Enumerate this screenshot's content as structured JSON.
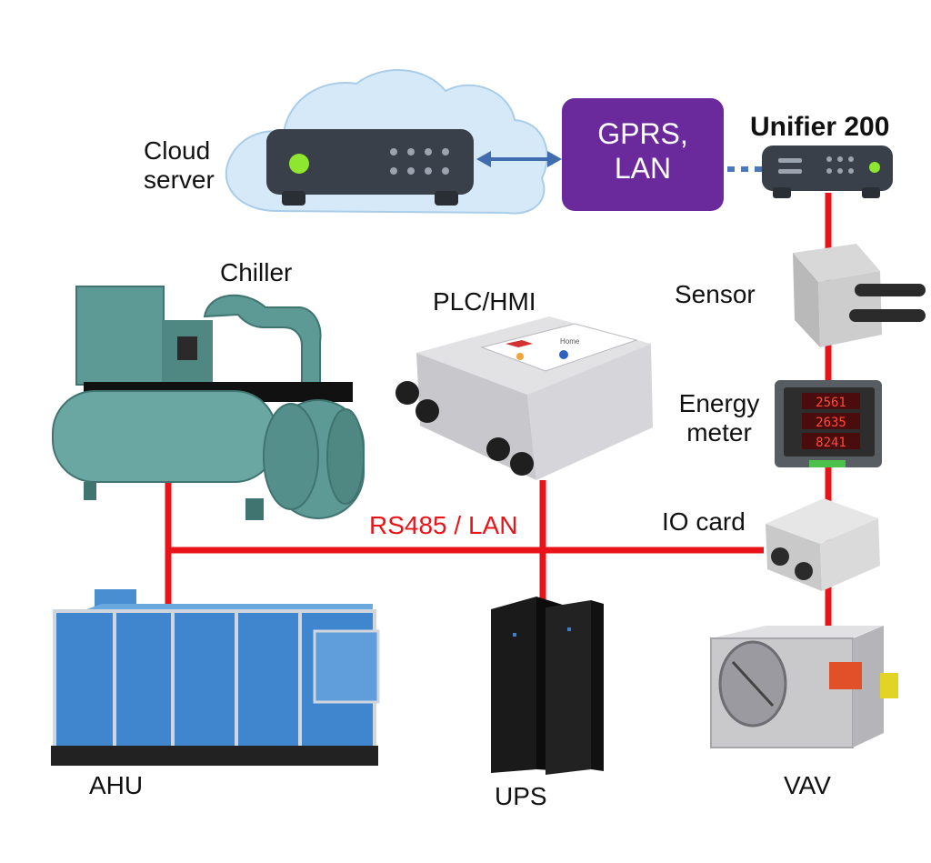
{
  "labels": {
    "cloud_server": "Cloud\nserver",
    "gateway": "GPRS,\nLAN",
    "unifier": "Unifier 200",
    "chiller": "Chiller",
    "plc_hmi": "PLC/HMI",
    "sensor": "Sensor",
    "energy_meter": "Energy\nmeter",
    "io_card": "IO card",
    "bus": "RS485 / LAN",
    "ahu": "AHU",
    "ups": "UPS",
    "vav": "VAV",
    "hmi_screen_title": "Home"
  },
  "colors": {
    "bus_line": "#e8141a",
    "bus_label": "#e8141a",
    "gateway_fill": "#6a2a9c",
    "cloud_fill": "#d6e9f8",
    "arrow": "#3f6db0",
    "dotted_link": "#4b78bd"
  }
}
